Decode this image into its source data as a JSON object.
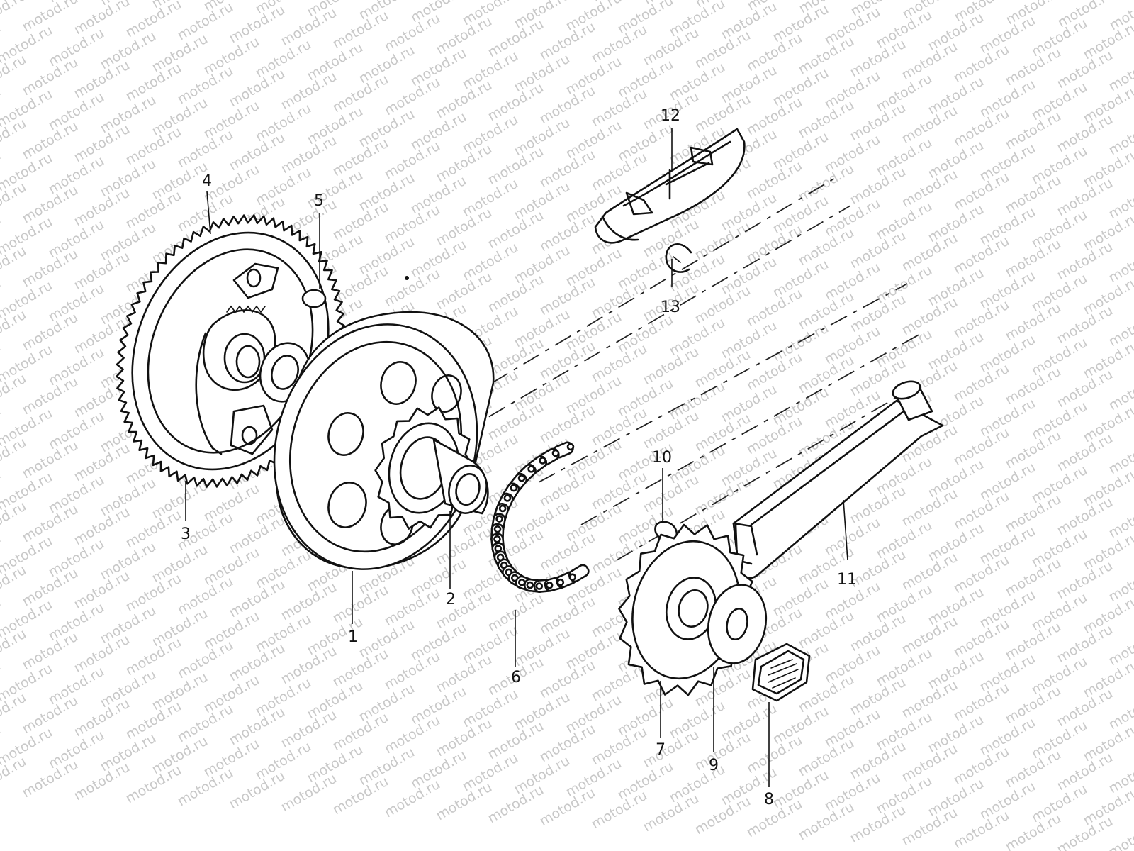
{
  "watermark": {
    "text": "motod.ru"
  },
  "parts": [
    {
      "id": "part-1",
      "number": "1",
      "name": "clutch-drum"
    },
    {
      "id": "part-2",
      "number": "2",
      "name": "drive-sprocket-hub"
    },
    {
      "id": "part-3",
      "number": "3",
      "name": "clutch-shoe"
    },
    {
      "id": "part-4",
      "number": "4",
      "name": "ring-gear"
    },
    {
      "id": "part-5",
      "number": "5",
      "name": "key"
    },
    {
      "id": "part-6",
      "number": "6",
      "name": "drive-chain"
    },
    {
      "id": "part-7",
      "number": "7",
      "name": "driven-sprocket"
    },
    {
      "id": "part-8",
      "number": "8",
      "name": "nut"
    },
    {
      "id": "part-9",
      "number": "9",
      "name": "washer"
    },
    {
      "id": "part-10",
      "number": "10",
      "name": "key"
    },
    {
      "id": "part-11",
      "number": "11",
      "name": "pedal-crank-arm"
    },
    {
      "id": "part-12",
      "number": "12",
      "name": "chain-guide"
    },
    {
      "id": "part-13",
      "number": "13",
      "name": "e-clip"
    }
  ]
}
